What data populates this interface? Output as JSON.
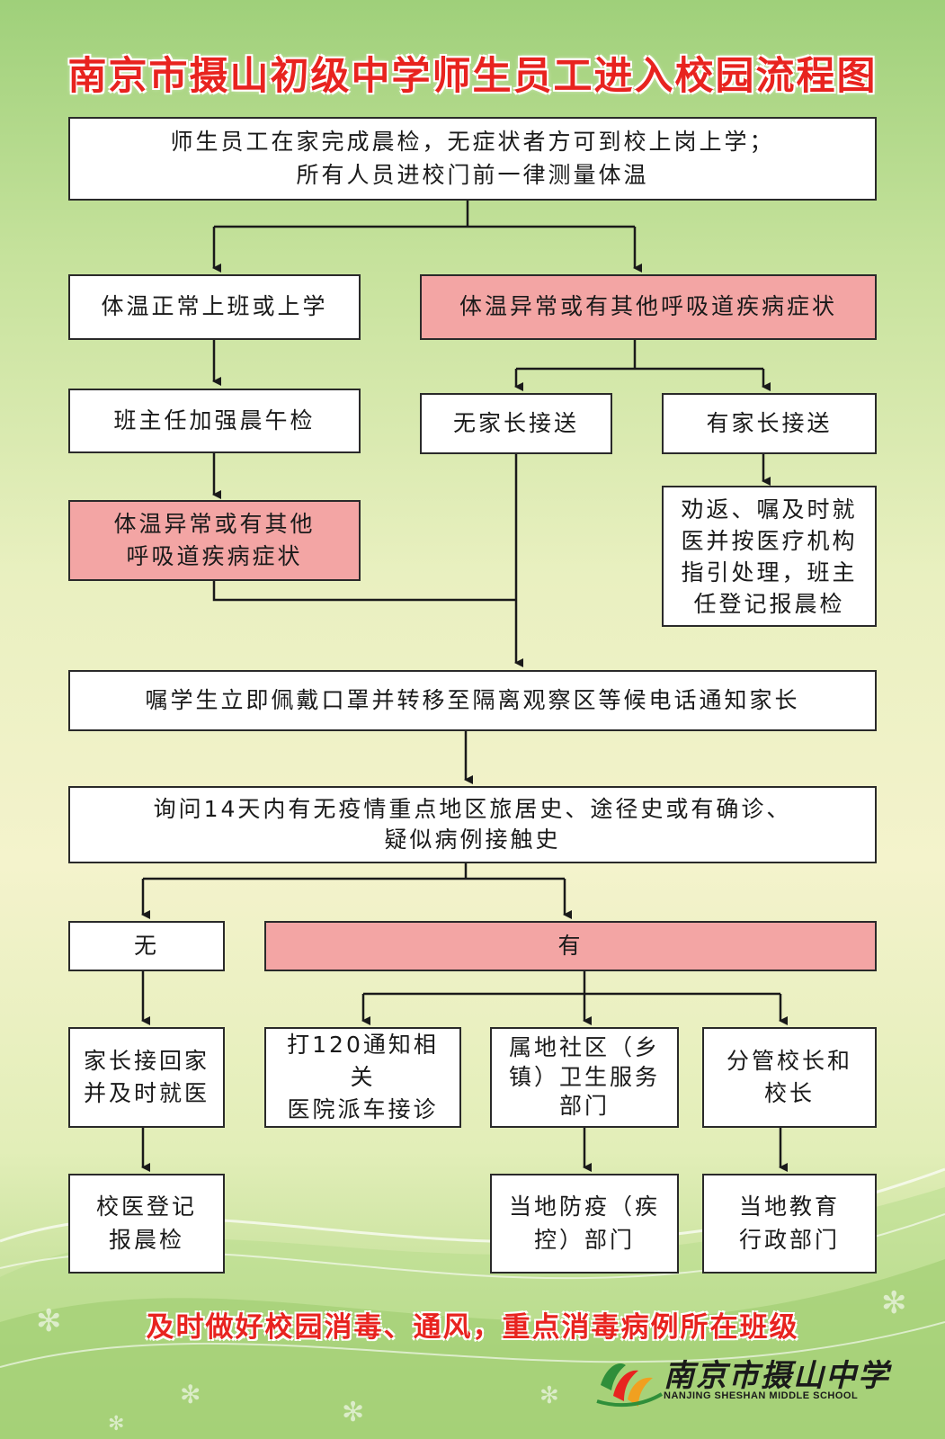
{
  "title": "南京市摄山初级中学师生员工进入校园流程图",
  "colors": {
    "title_red": "#e8231f",
    "highlight_pink": "#f3a5a4",
    "box_white": "#ffffff"
  },
  "nodes": {
    "start": "师生员工在家完成晨检，无症状者方可到校上岗上学；\n所有人员进校门前一律测量体温",
    "normal_temp": "体温正常上班或上学",
    "abnormal_temp": "体温异常或有其他呼吸道疾病症状",
    "teacher_check": "班主任加强晨午检",
    "no_parent": "无家长接送",
    "with_parent": "有家长接送",
    "abnormal_temp_2": "体温异常或有其他\n呼吸道疾病症状",
    "advise_return": "劝返、嘱及时就\n医并按医疗机构\n指引处理，班主\n任登记报晨检",
    "isolate": "嘱学生立即佩戴口罩并转移至隔离观察区等候电话通知家长",
    "inquire": "询问14天内有无疫情重点地区旅居史、途径史或有确诊、\n疑似病例接触史",
    "no": "无",
    "yes": "有",
    "parent_pickup": "家长接回家\n并及时就医",
    "call_120": "打120通知相关\n医院派车接诊",
    "community_health": "属地社区（乡\n镇）卫生服务\n部门",
    "principal": "分管校长和\n校长",
    "school_doctor": "校医登记\n报晨检",
    "local_cdc": "当地防疫（疾\n控）部门",
    "local_education": "当地教育\n行政部门"
  },
  "footer_note": "及时做好校园消毒、通风，重点消毒病例所在班级",
  "logo": {
    "name": "南京市摄山中学",
    "english": "NANJING SHESHAN MIDDLE SCHOOL"
  }
}
